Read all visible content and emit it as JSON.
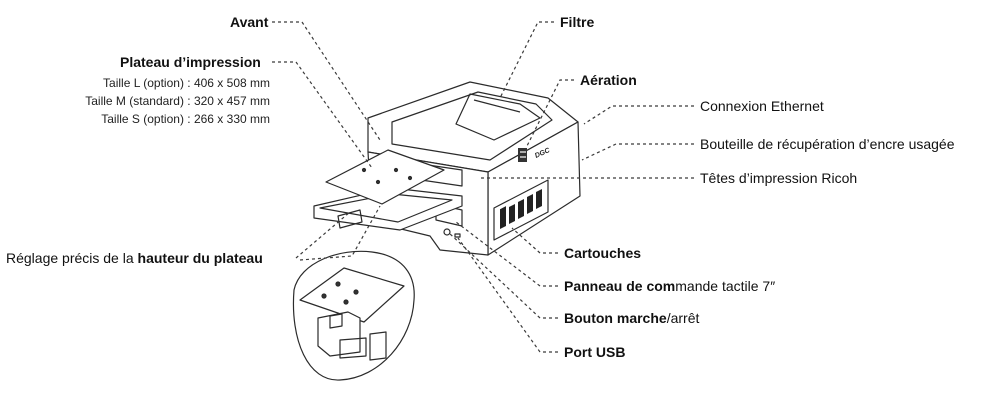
{
  "labels": {
    "avant": "Avant",
    "plateau": "Plateau d’impression",
    "reglage_pre": "Réglage précis de la ",
    "reglage_bold": "hauteur du plateau",
    "filtre": "Filtre",
    "aeration": "Aération",
    "ethernet": "Connexion Ethernet",
    "bouteille": "Bouteille de récupération d’encre usagée",
    "tetes": "Têtes d’impression Ricoh",
    "cartouches": "Cartouches",
    "panneau_bold": "Panneau de com",
    "panneau_rest": "mande tactile 7″",
    "bouton_bold": "Bouton marche",
    "bouton_rest": "/arrêt",
    "usb": "Port USB"
  },
  "plateau_sizes": [
    {
      "pre": "Taille L (option) : ",
      "value": "406 x 508 mm"
    },
    {
      "pre": "Taille M (standard) : ",
      "value": "320 x 457 mm"
    },
    {
      "pre": "Taille S (option) : ",
      "value": "266 x 330 mm"
    }
  ],
  "printer_logo": "DGC",
  "colors": {
    "line": "#2b2b2b",
    "leader": "#3a3a3a",
    "text": "#111111"
  }
}
